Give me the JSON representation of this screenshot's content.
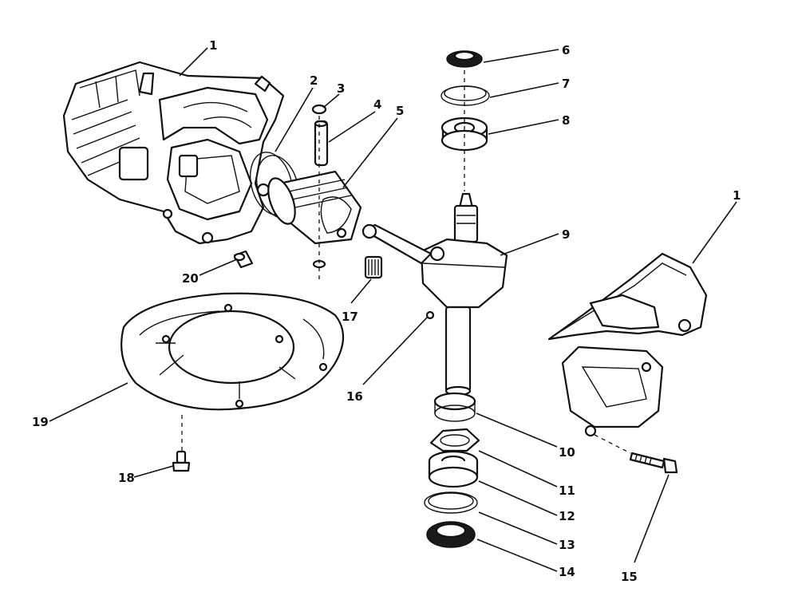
{
  "callouts": {
    "c1": "1",
    "c1b": "1",
    "c2": "2",
    "c3": "3",
    "c4": "4",
    "c5": "5",
    "c6": "6",
    "c7": "7",
    "c8": "8",
    "c9": "9",
    "c10": "10",
    "c11": "11",
    "c12": "12",
    "c13": "13",
    "c14": "14",
    "c15": "15",
    "c16": "16",
    "c17": "17",
    "c18": "18",
    "c19": "19",
    "c20": "20"
  }
}
